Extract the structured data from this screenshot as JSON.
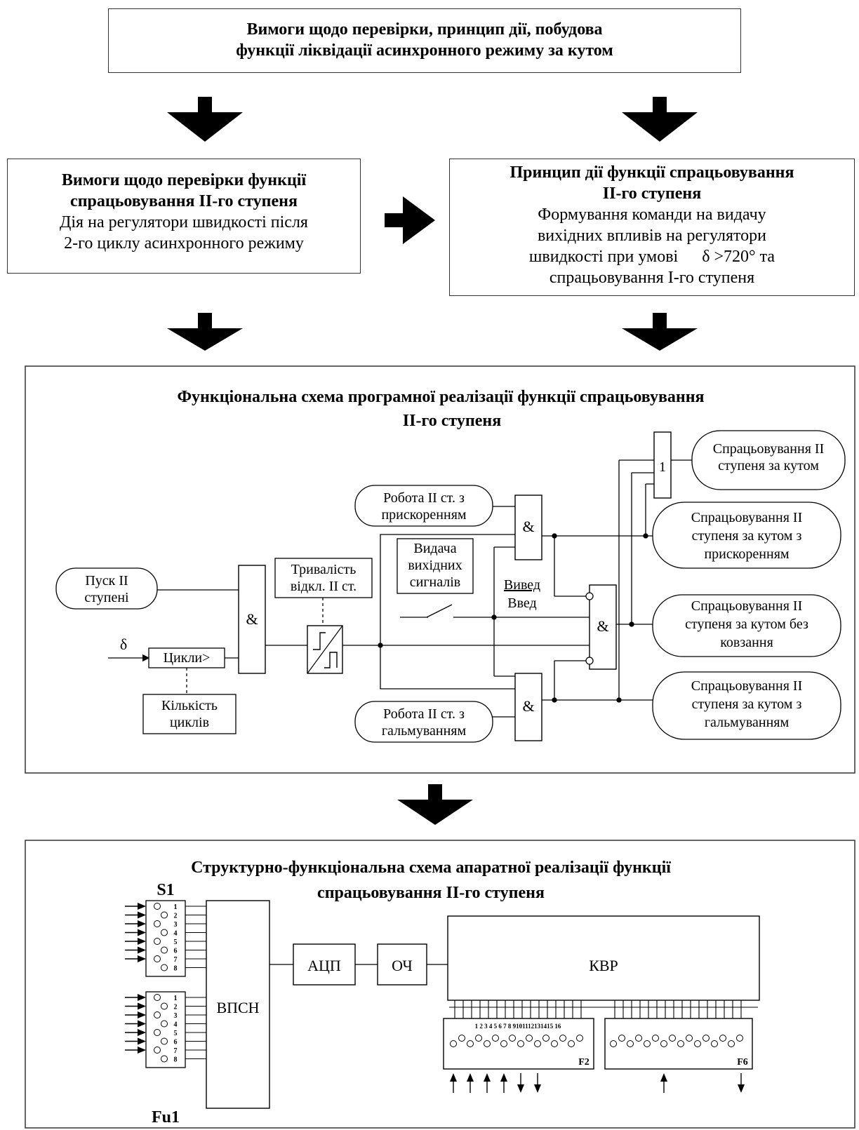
{
  "top_box": {
    "line1": "Вимоги щодо перевірки, принцип дії, побудова",
    "line2": "функції ліквідації асинхронного режиму за кутом"
  },
  "left_box": {
    "title1": "Вимоги щодо перевірки функції",
    "title2": "спрацьовування ІІ-го ступеня",
    "text1": "Дія на регулятори швидкості після",
    "text2": "2-го циклу асинхронного режиму"
  },
  "right_box": {
    "title1": "Принцип дії функції спрацьовування",
    "title2": "ІІ-го ступеня",
    "text1": "Формування команди на видачу",
    "text2": "вихідних впливів на регулятори",
    "text3a": "швидкості при умові",
    "text3b": "δ >720° та",
    "text4": "спрацьовування І-го ступеня"
  },
  "functional": {
    "title1": "Функціональна схема програмної реалізації   функції спрацьовування",
    "title2": "ІІ-го ступеня",
    "and_symbol": "&",
    "or_symbol": "1",
    "start_l1": "Пуск ІІ",
    "start_l2": "ступені",
    "delta": "δ",
    "cycles": "Цикли>",
    "cycles_count_l1": "Кількість",
    "cycles_count_l2": "циклів",
    "duration_l1": "Тривалість",
    "duration_l2": "відкл. ІІ ст.",
    "output_l1": "Видача",
    "output_l2": "вихідних",
    "output_l3": "сигналів",
    "switch_on": "Вивед",
    "switch_off": "Введ",
    "accel_l1": "Робота ІІ ст. з",
    "accel_l2": "прискоренням",
    "brake_l1": "Робота ІІ ст. з",
    "brake_l2": "гальмуванням",
    "out1_l1": "Спрацьовування ІІ",
    "out1_l2": "ступеня за кутом",
    "out2_l1": "Спрацьовування ІІ",
    "out2_l2": "ступеня за кутом з",
    "out2_l3": "прискоренням",
    "out3_l1": "Спрацьовування ІІ",
    "out3_l2": "ступеня за кутом без",
    "out3_l3": "ковзання",
    "out4_l1": "Спрацьовування ІІ",
    "out4_l2": "ступеня за кутом з",
    "out4_l3": "гальмуванням"
  },
  "hardware": {
    "title1": "Структурно-функціональна схема апаратної реалізації функції",
    "title2": "спрацьовування ІІ-го ступеня",
    "s1": "S1",
    "fu1": "Fu1",
    "vpsn": "ВПСН",
    "adc": "АЦП",
    "och": "ОЧ",
    "kvr": "КВР",
    "f2": "F2",
    "f6": "F6",
    "f2_numbers": "1 2 3 4 5 6 7 8 9101112131415 16",
    "pin_numbers": [
      "1",
      "2",
      "3",
      "4",
      "5",
      "6",
      "7",
      "8"
    ]
  }
}
